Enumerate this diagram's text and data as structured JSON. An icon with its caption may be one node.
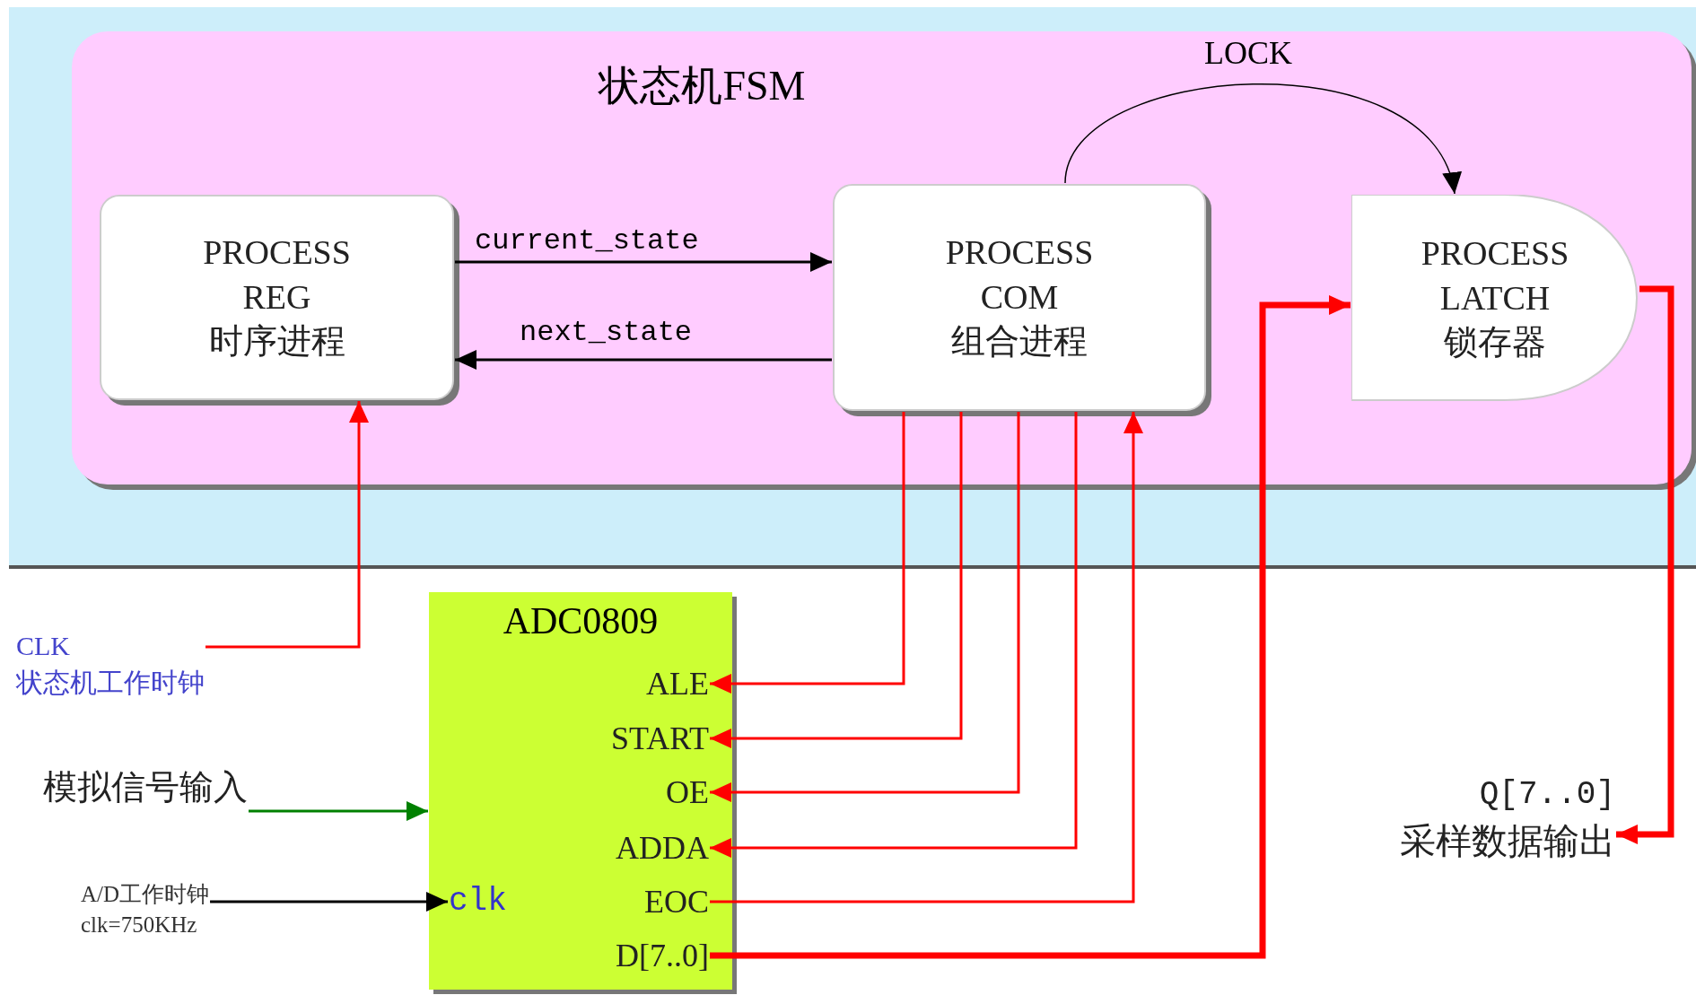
{
  "diagram": {
    "nodes": [
      {
        "text": [
          "状态机FSM"
        ]
      },
      {
        "text": [
          "PROCESS REG",
          "时序进程"
        ],
        "in": 0
      },
      {
        "text": [
          "PROCESS COM",
          "组合进程"
        ],
        "in": 0
      },
      {
        "text": [
          "PROCESS LATCH",
          "锁存器"
        ],
        "in": 0
      },
      {
        "text": [
          "ADC0809"
        ]
      },
      {
        "text": [
          "ALE"
        ],
        "in": 4
      },
      {
        "text": [
          "START"
        ],
        "in": 4
      },
      {
        "text": [
          "OE"
        ],
        "in": 4
      },
      {
        "text": [
          "ADDA"
        ],
        "in": 4
      },
      {
        "text": [
          "EOC"
        ],
        "in": 4
      },
      {
        "text": [
          "D[7..0]"
        ],
        "in": 4
      },
      {
        "text": [
          "clk"
        ],
        "in": 4
      },
      {
        "text": [
          "CLK",
          "状态机工作时钟"
        ]
      },
      {
        "text": [
          "模拟信号输入"
        ]
      },
      {
        "text": [
          "A/D工作时钟",
          "clk=750KHz"
        ]
      },
      {
        "text": [
          "Q[7..0]",
          "采样数据输出"
        ]
      }
    ],
    "edges": [
      {
        "from": 1,
        "to": 2,
        "arrow": "to",
        "label": "current_state",
        "color": "#000000"
      },
      {
        "from": 2,
        "to": 1,
        "arrow": "to",
        "label": "next_state",
        "color": "#000000"
      },
      {
        "from": 2,
        "to": 3,
        "arrow": "to",
        "label": "LOCK",
        "color": "#000000"
      },
      {
        "from": 12,
        "to": 1,
        "arrow": "to"
      },
      {
        "from": 2,
        "to": 5,
        "arrow": "to"
      },
      {
        "from": 2,
        "to": 6,
        "arrow": "to"
      },
      {
        "from": 2,
        "to": 7,
        "arrow": "to"
      },
      {
        "from": 2,
        "to": 8,
        "arrow": "to"
      },
      {
        "from": 9,
        "to": 2,
        "arrow": "to"
      },
      {
        "from": 10,
        "to": 3,
        "arrow": "to",
        "style": "thick"
      },
      {
        "from": 3,
        "to": 15,
        "arrow": "to",
        "style": "thick"
      },
      {
        "from": 13,
        "to": 4,
        "arrow": "to",
        "color": "#008000"
      },
      {
        "from": 14,
        "to": 11,
        "arrow": "to",
        "color": "#000000"
      }
    ]
  }
}
